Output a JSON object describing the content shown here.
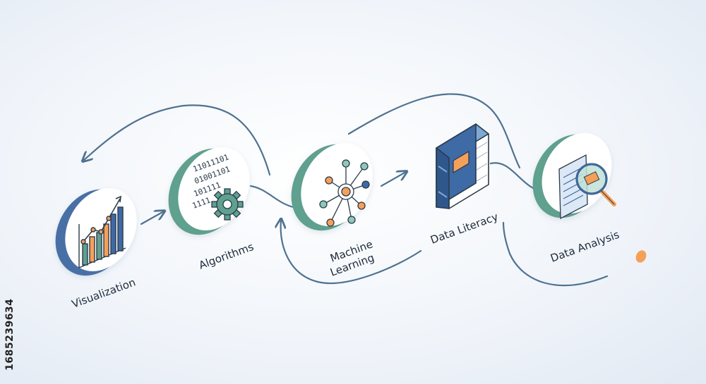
{
  "nodes": {
    "visualization": {
      "label": "Visualization",
      "icon": "bar-chart-icon",
      "rim": "#4a6fa5"
    },
    "algorithms": {
      "label": "Algorithms",
      "icon": "gear-binary-icon",
      "rim": "#5fa08e",
      "binary_lines": [
        "11011101",
        "01001101",
        "101111",
        "1111"
      ]
    },
    "machine_learning": {
      "label_line1": "Machine",
      "label_line2": "Learning",
      "icon": "neural-network-icon",
      "rim": "#5fa08e"
    },
    "data_literacy": {
      "label": "Data Literacy",
      "icon": "book-icon"
    },
    "data_analysis": {
      "label": "Data Analysis",
      "icon": "magnifier-document-icon",
      "rim": "#5fa08e"
    }
  },
  "stock_id": "1685239634",
  "colors": {
    "flow_line": "#4f7291",
    "accent_orange": "#f5a05a",
    "icon_teal": "#5fa08e",
    "icon_blue": "#3e6aa6"
  }
}
